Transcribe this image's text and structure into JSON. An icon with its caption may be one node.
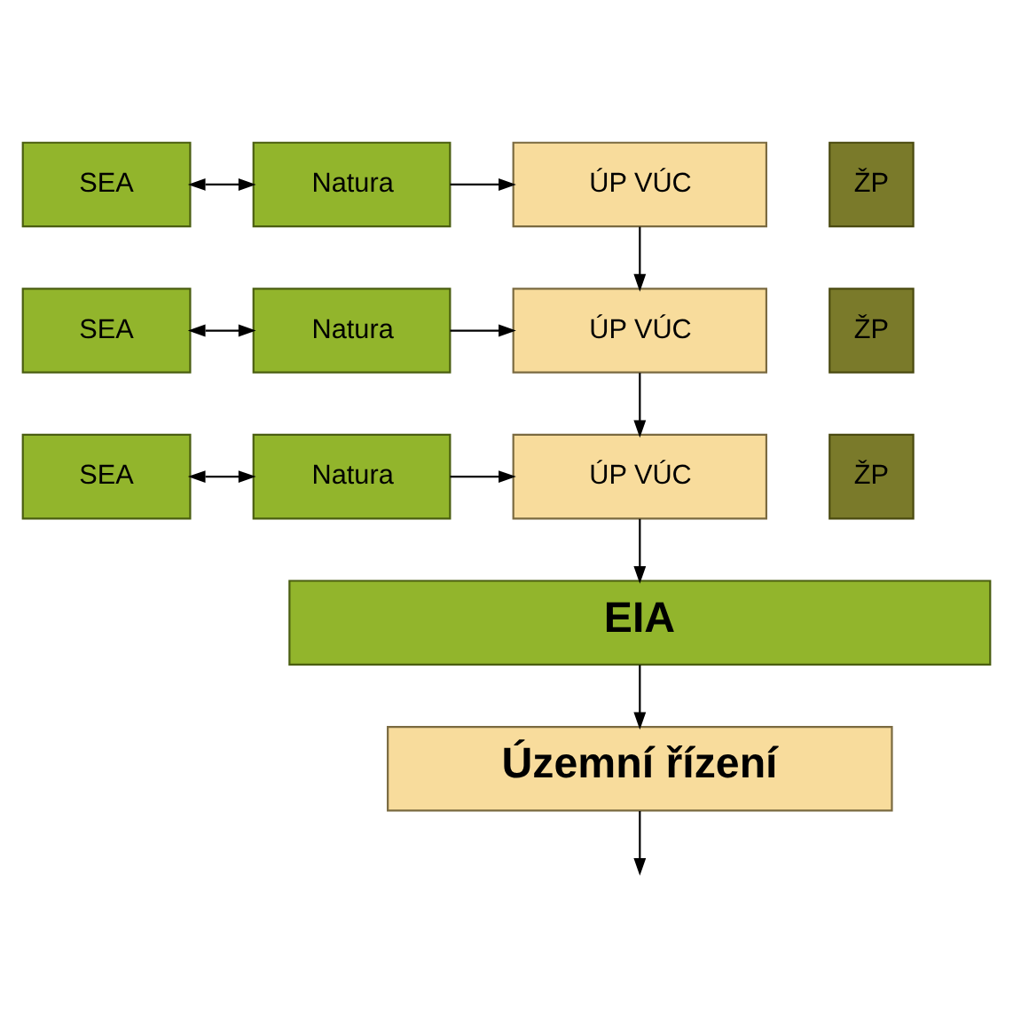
{
  "diagram": {
    "nodes": [
      {
        "text": [
          "SEA"
        ]
      },
      {
        "text": [
          "Natura"
        ]
      },
      {
        "text": [
          "ÚP VÚC"
        ]
      },
      {
        "text": [
          "ŽP"
        ]
      },
      {
        "text": [
          "SEA"
        ]
      },
      {
        "text": [
          "Natura"
        ]
      },
      {
        "text": [
          "ÚP VÚC"
        ]
      },
      {
        "text": [
          "ŽP"
        ]
      },
      {
        "text": [
          "SEA"
        ]
      },
      {
        "text": [
          "Natura"
        ]
      },
      {
        "text": [
          "ÚP VÚC"
        ]
      },
      {
        "text": [
          "ŽP"
        ]
      },
      {
        "text": [
          "EIA"
        ]
      },
      {
        "text": [
          "Územní řízení"
        ]
      }
    ],
    "edges": [
      {
        "from": 0,
        "to": 1,
        "arrow": "both"
      },
      {
        "from": 1,
        "to": 2,
        "arrow": "to"
      },
      {
        "from": 2,
        "to": 6,
        "arrow": "to"
      },
      {
        "from": 4,
        "to": 5,
        "arrow": "both"
      },
      {
        "from": 5,
        "to": 6,
        "arrow": "to"
      },
      {
        "from": 6,
        "to": 10,
        "arrow": "to"
      },
      {
        "from": 8,
        "to": 9,
        "arrow": "both"
      },
      {
        "from": 9,
        "to": 10,
        "arrow": "to"
      },
      {
        "from": 10,
        "to": 12,
        "arrow": "to"
      },
      {
        "from": 12,
        "to": 13,
        "arrow": "to"
      },
      {
        "from": 13,
        "to": null,
        "arrow": "to"
      }
    ]
  }
}
